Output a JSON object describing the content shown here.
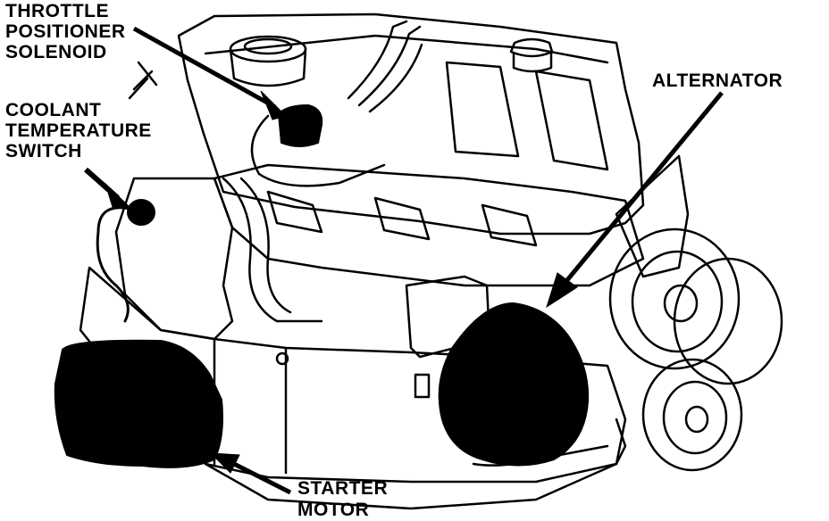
{
  "labels": {
    "throttle": [
      "THROTTLE",
      "POSITIONER",
      "SOLENOID"
    ],
    "coolant": [
      "COOLANT",
      "TEMPERATURE",
      "SWITCH"
    ],
    "alternator": [
      "ALTERNATOR"
    ],
    "starter": [
      "STARTER",
      "MOTOR"
    ]
  },
  "colors": {
    "ink": "#000000",
    "paper": "#ffffff"
  }
}
